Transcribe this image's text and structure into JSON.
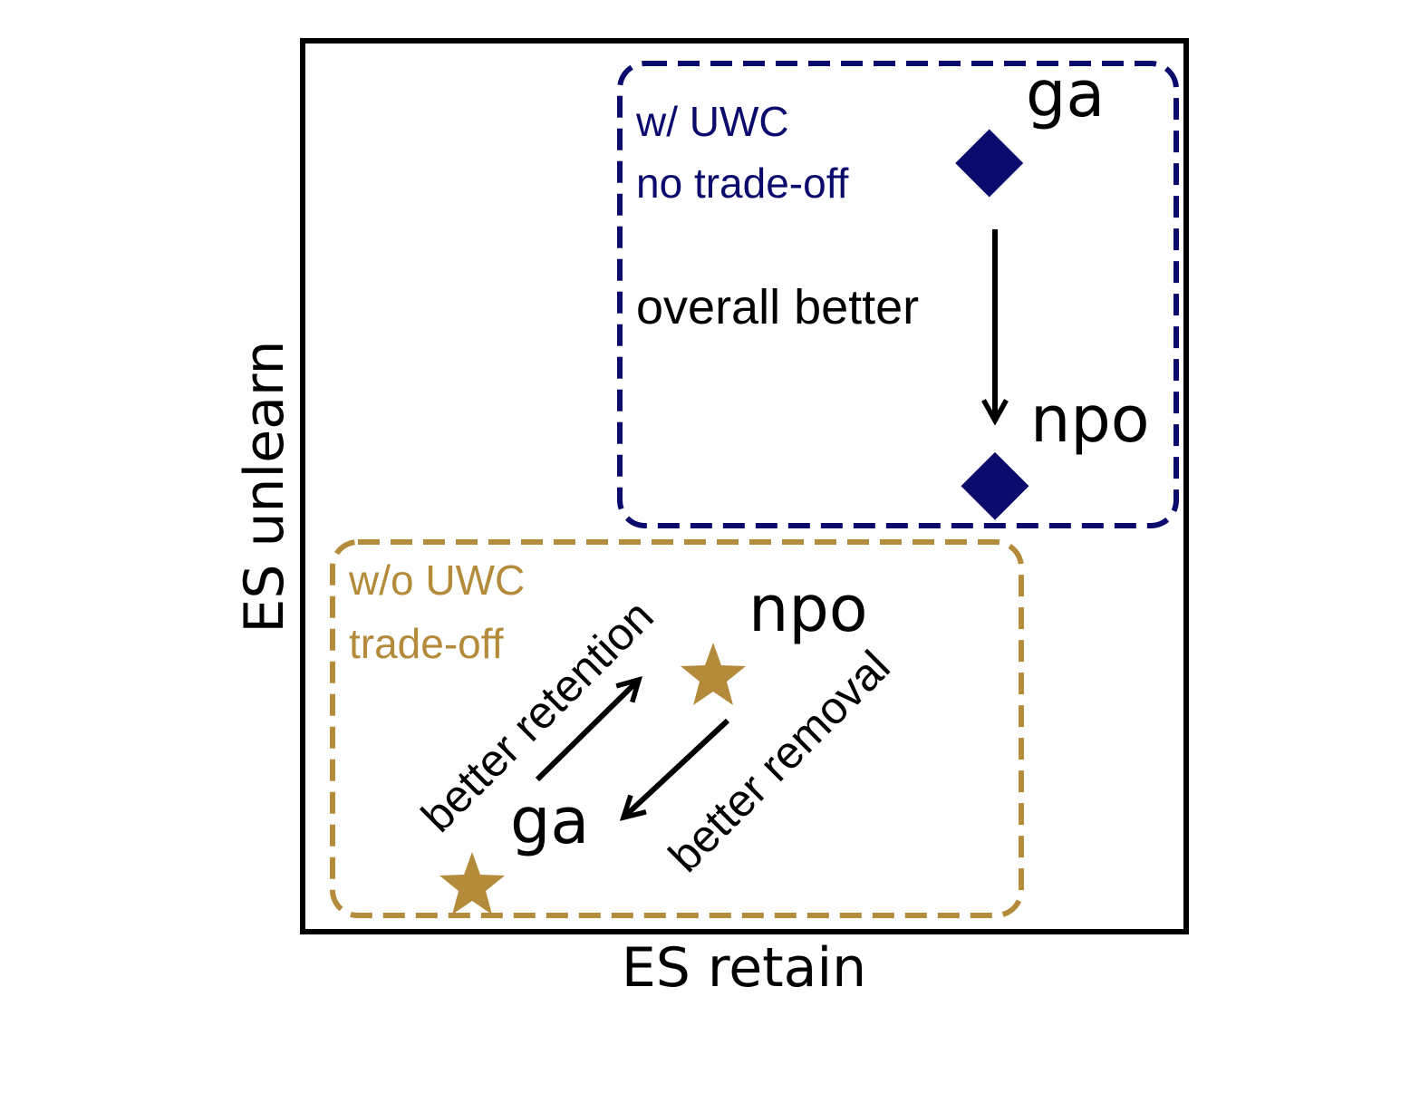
{
  "axes": {
    "xlabel": "ES retain",
    "ylabel": "ES unlearn"
  },
  "groups": {
    "with_uwc": {
      "title": "w/ UWC",
      "subtitle": "no trade-off",
      "color": "#0b0b6e",
      "points": {
        "ga": "ga",
        "npo": "npo"
      },
      "arrow_label": "overall better"
    },
    "without_uwc": {
      "title": "w/o UWC",
      "subtitle": "trade-off",
      "color": "#b38b3a",
      "points": {
        "ga": "ga",
        "npo": "npo"
      },
      "arrow_retention": "better retention",
      "arrow_removal": "better removal"
    }
  }
}
